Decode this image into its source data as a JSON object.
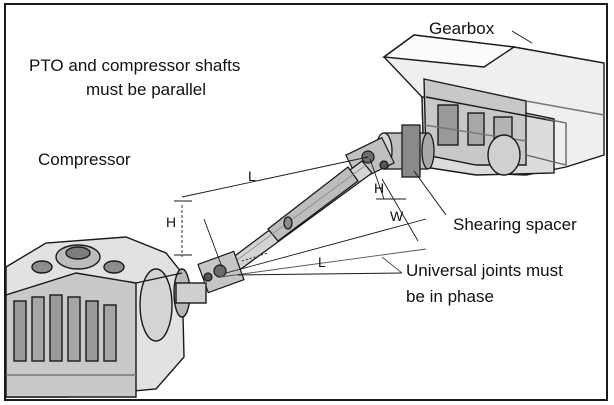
{
  "labels": {
    "gearbox": "Gearbox",
    "pto_line1": "PTO and compressor shafts",
    "pto_line2": "must be parallel",
    "compressor": "Compressor",
    "shearing_spacer": "Shearing spacer",
    "universal_line1": "Universal joints must",
    "universal_line2": "be in phase"
  },
  "dimensions": {
    "length_upper": "L",
    "length_lower": "L",
    "height_left": "H",
    "height_right": "H",
    "width": "W"
  },
  "colors": {
    "line": "#1a1a1a",
    "shade": "#9a9a9a",
    "light": "#d8d8d8"
  }
}
